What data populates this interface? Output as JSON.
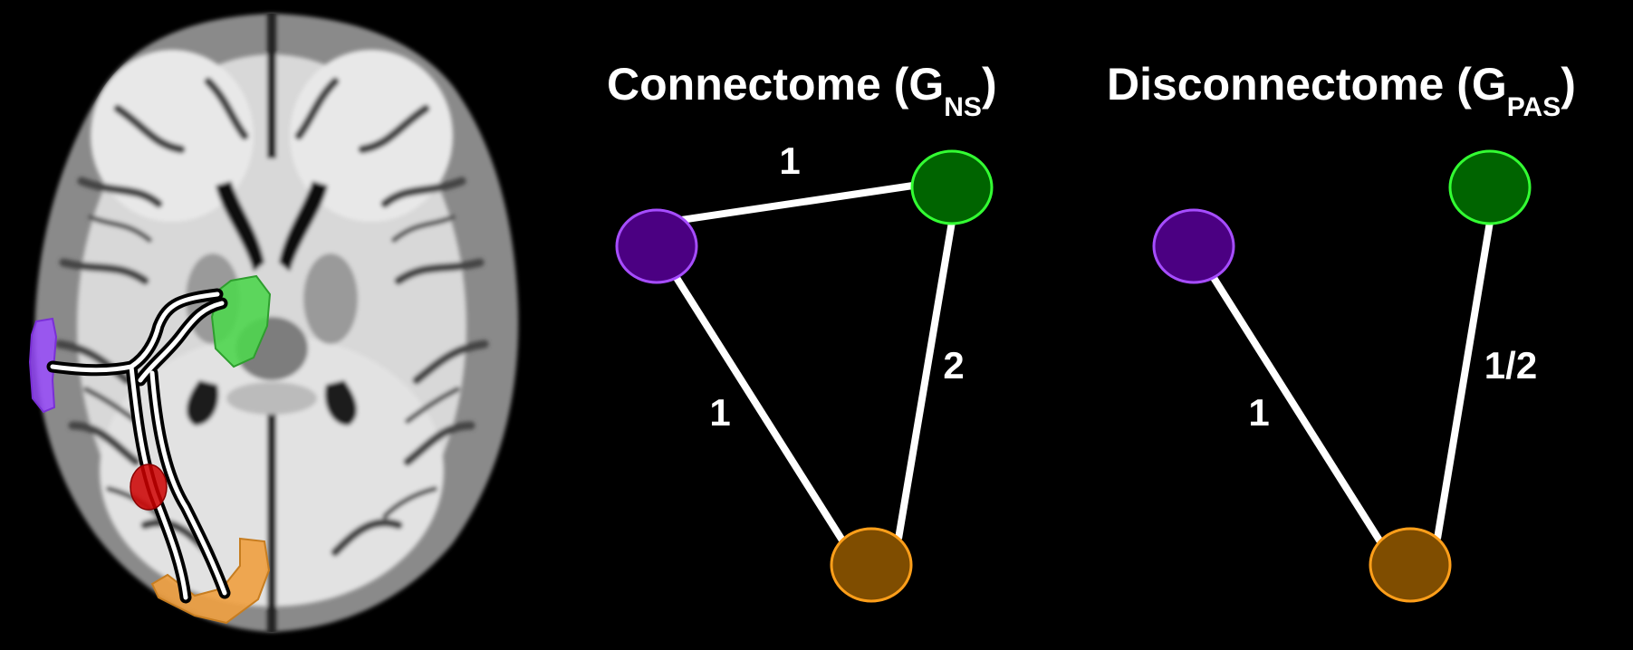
{
  "colors": {
    "background": "#000000",
    "node_purple": "#4b0082",
    "node_purple_stroke": "#a64dff",
    "node_green": "#006400",
    "node_green_stroke": "#33ff33",
    "node_orange": "#7f4d00",
    "node_orange_stroke": "#ff9f1a",
    "lesion_red": "#cc0000",
    "roi_purple": "#9b4dff",
    "roi_green": "#4fd64f",
    "roi_orange": "#f0a040"
  },
  "brain": {
    "icon": "axial-brain-mri-slice-icon"
  },
  "connectome": {
    "title_main": "Connectome (G",
    "title_sub": "NS",
    "title_close": ")",
    "edges": [
      {
        "from": "purple",
        "to": "green",
        "weight": "1"
      },
      {
        "from": "purple",
        "to": "orange",
        "weight": "1"
      },
      {
        "from": "green",
        "to": "orange",
        "weight": "2"
      }
    ]
  },
  "disconnectome": {
    "title_main": "Disconnectome (G",
    "title_sub": "PAS",
    "title_close": ")",
    "edges": [
      {
        "from": "purple",
        "to": "orange",
        "weight": "1"
      },
      {
        "from": "green",
        "to": "orange",
        "weight": "1/2"
      }
    ]
  }
}
